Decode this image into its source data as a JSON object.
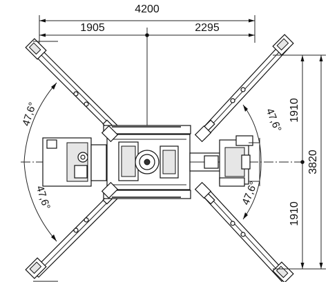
{
  "dimensions": {
    "overall_width": "4200",
    "left_width": "1905",
    "right_width": "2295",
    "overall_height": "3820",
    "upper_height": "1910",
    "lower_height": "1910"
  },
  "angles": {
    "upper_left": "47,6°",
    "lower_left": "47,6°",
    "upper_right": "47,6°",
    "lower_right": "47,6°"
  }
}
